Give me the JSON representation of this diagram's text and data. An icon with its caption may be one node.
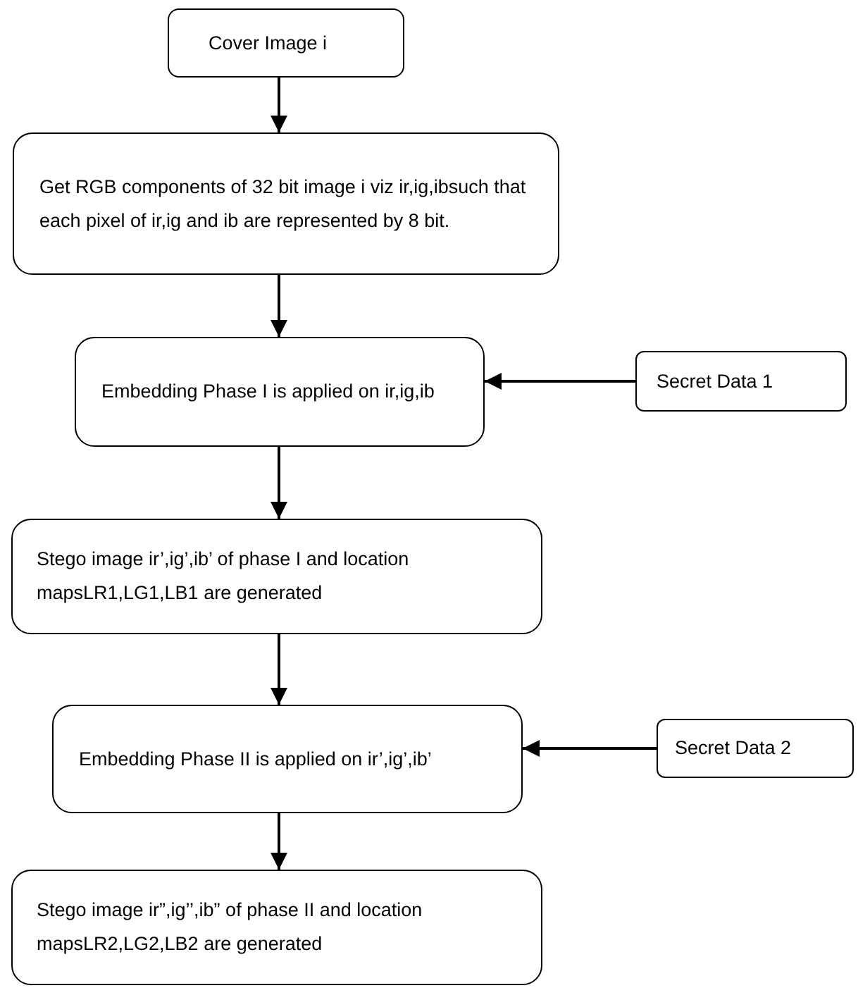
{
  "diagram": {
    "nodes": [
      {
        "text": [
          "Cover Image i"
        ]
      },
      {
        "text": [
          "Get RGB components of  32 bit image i viz ir,ig,ibsuch that each pixel of ir,ig and ib are represented by 8 bit."
        ]
      },
      {
        "text": [
          "Embedding Phase I is applied on ir,ig,ib"
        ]
      },
      {
        "text": [
          "Secret Data 1"
        ]
      },
      {
        "text": [
          "Stego image ir’,ig’,ib’ of phase I and location mapsLR1,LG1,LB1 are generated"
        ]
      },
      {
        "text": [
          "Embedding Phase II is applied on ir’,ig’,ib’"
        ]
      },
      {
        "text": [
          "Secret Data 2"
        ]
      },
      {
        "text": [
          "Stego image ir”,ig’’,ib” of phase II and location mapsLR2,LG2,LB2 are generated"
        ]
      }
    ],
    "edges": [
      {
        "from": 0,
        "to": 1,
        "arrow": "to"
      },
      {
        "from": 1,
        "to": 2,
        "arrow": "to"
      },
      {
        "from": 3,
        "to": 2,
        "arrow": "to"
      },
      {
        "from": 2,
        "to": 4,
        "arrow": "to"
      },
      {
        "from": 4,
        "to": 5,
        "arrow": "to"
      },
      {
        "from": 6,
        "to": 5,
        "arrow": "to"
      },
      {
        "from": 5,
        "to": 7,
        "arrow": "to"
      }
    ]
  }
}
